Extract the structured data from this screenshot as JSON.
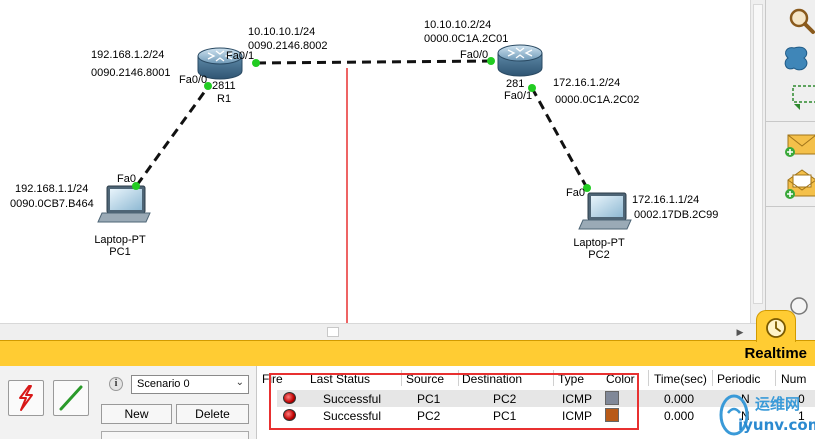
{
  "topology": {
    "router1": {
      "model": "2811",
      "name": "R1",
      "fa00_port": "Fa0/0",
      "fa00_ip": "192.168.1.2/24",
      "fa00_mac": "0090.2146.8001",
      "fa01_port": "Fa0/1",
      "fa01_ip": "10.10.10.1/24",
      "fa01_mac": "0090.2146.8002"
    },
    "router2": {
      "model": "281",
      "fa00_port": "Fa0/0",
      "fa00_ip": "10.10.10.2/24",
      "fa00_mac": "0000.0C1A.2C01",
      "fa01_port": "Fa0/1",
      "fa01_ip": "172.16.1.2/24",
      "fa01_mac": "0000.0C1A.2C02"
    },
    "pc1": {
      "type": "Laptop-PT",
      "name": "PC1",
      "port": "Fa0",
      "ip": "192.168.1.1/24",
      "mac": "0090.0CB7.B464"
    },
    "pc2": {
      "type": "Laptop-PT",
      "name": "PC2",
      "port": "Fa0",
      "ip": "172.16.1.1/24",
      "mac": "0002.17DB.2C99"
    },
    "link_color": "#111111",
    "port_dot_color": "#22cc22",
    "arrow_color": "#e83030"
  },
  "toolbar": {
    "tools": [
      {
        "name": "inspect",
        "icon": "magnifier-icon"
      },
      {
        "name": "draw",
        "icon": "shape-icon"
      },
      {
        "name": "resize",
        "icon": "resize-shape-icon"
      },
      {
        "name": "add-simple-pdu",
        "icon": "closed-envelope-icon"
      },
      {
        "name": "add-complex-pdu",
        "icon": "open-envelope-icon"
      }
    ]
  },
  "mode": {
    "label": "Realtime",
    "tab_icon": "clock-icon",
    "bar_color": "#ffcc33"
  },
  "scenario": {
    "selected": "Scenario 0",
    "new_label": "New",
    "delete_label": "Delete"
  },
  "pdu_list": {
    "columns": [
      "Fire",
      "Last Status",
      "Source",
      "Destination",
      "Type",
      "Color",
      "Time(sec)",
      "Periodic",
      "Num"
    ],
    "rows": [
      {
        "status": "Successful",
        "source": "PC1",
        "destination": "PC2",
        "type": "ICMP",
        "color": "#808898",
        "time": "0.000",
        "periodic": "N",
        "num": "0"
      },
      {
        "status": "Successful",
        "source": "PC2",
        "destination": "PC1",
        "type": "ICMP",
        "color": "#b85a18",
        "time": "0.000",
        "periodic": "N",
        "num": "1"
      }
    ]
  },
  "watermark": {
    "text_cn": "运维网",
    "url": "iyunv.com"
  }
}
